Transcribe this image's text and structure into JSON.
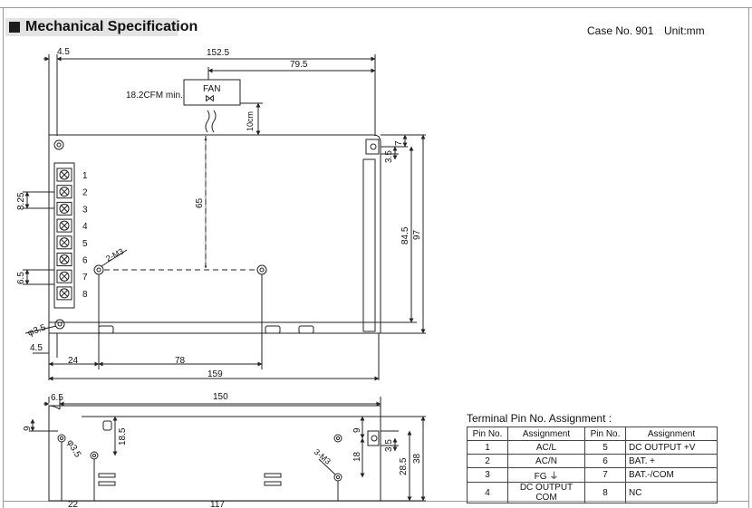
{
  "header": {
    "title": "Mechanical Specification",
    "case_no": "Case No. 901",
    "unit": "Unit:mm"
  },
  "top_view": {
    "dims": {
      "d_4_5_top": "4.5",
      "d_152_5": "152.5",
      "d_79_5": "79.5",
      "d_10cm": "10cm",
      "d_65": "65",
      "d_8_25": "8.25",
      "d_6_5": "6.5",
      "d_7": "7",
      "d_3_5": "3.5",
      "d_84_5": "84.5",
      "d_97": "97",
      "d_phi3_5": "φ3.5",
      "d_4_5_bottom": "4.5",
      "d_24": "24",
      "d_78": "78",
      "d_159": "159"
    },
    "fan_label": "FAN",
    "fan_symbol": "⋈",
    "cfm_label": "18.2CFM min.",
    "m3_label": "2-M3",
    "terminal_numbers": [
      "1",
      "2",
      "3",
      "4",
      "5",
      "6",
      "7",
      "8"
    ]
  },
  "side_view": {
    "dims": {
      "d_6_5": "6.5",
      "d_150": "150",
      "d_9_left": "9",
      "d_18_5": "18.5",
      "d_phi3_5": "φ3.5",
      "d_22": "22",
      "d_117": "117",
      "d_9_right": "9",
      "d_18": "18",
      "d_3_5": "3.5",
      "d_28_5": "28.5",
      "d_38": "38"
    },
    "m3_label": "3-M3"
  },
  "terminal_table": {
    "title": "Terminal Pin No. Assignment :",
    "headers": [
      "Pin No.",
      "Assignment",
      "Pin No.",
      "Assignment"
    ],
    "rows": [
      [
        "1",
        "AC/L",
        "5",
        "DC OUTPUT +V"
      ],
      [
        "2",
        "AC/N",
        "6",
        "BAT. +"
      ],
      [
        "3",
        "FG ⏚",
        "7",
        "BAT.-/COM"
      ],
      [
        "4",
        "DC OUTPUT COM",
        "8",
        "NC"
      ]
    ]
  }
}
